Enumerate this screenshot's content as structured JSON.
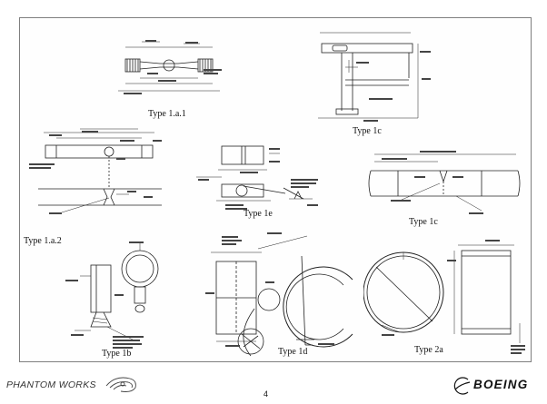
{
  "slide": {
    "page_number": "4"
  },
  "figures": [
    {
      "id": "type-1a1",
      "caption": "Type 1.a.1"
    },
    {
      "id": "type-1c-top",
      "caption": "Type 1c"
    },
    {
      "id": "type-1a2",
      "caption": "Type 1.a.2"
    },
    {
      "id": "type-1e",
      "caption": "Type 1e"
    },
    {
      "id": "type-1c-mid",
      "caption": "Type 1c"
    },
    {
      "id": "type-1b",
      "caption": "Type 1b"
    },
    {
      "id": "type-1d",
      "caption": "Type 1d"
    },
    {
      "id": "type-2a",
      "caption": "Type 2a"
    }
  ],
  "footer": {
    "left_label": "PHANTOM WORKS",
    "brand": "BOEING"
  }
}
